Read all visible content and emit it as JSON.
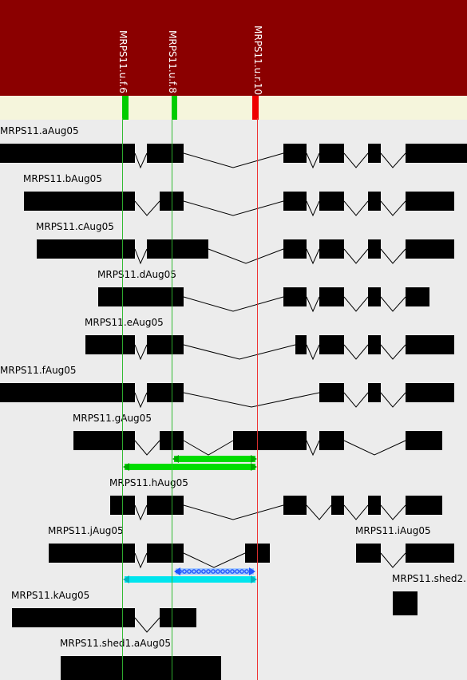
{
  "probes": [
    {
      "label": "MRPS11.u.f.6",
      "color": "#00cc00"
    },
    {
      "label": "MRPS11.u.f.8",
      "color": "#00cc00"
    },
    {
      "label": "MRPS11.u.r.10",
      "color": "#ff0000"
    }
  ],
  "transcripts": [
    {
      "label": "MRPS11.aAug05"
    },
    {
      "label": "MRPS11.bAug05"
    },
    {
      "label": "MRPS11.cAug05"
    },
    {
      "label": "MRPS11.dAug05"
    },
    {
      "label": "MRPS11.eAug05"
    },
    {
      "label": "MRPS11.fAug05"
    },
    {
      "label": "MRPS11.gAug05"
    },
    {
      "label": "MRPS11.hAug05"
    },
    {
      "label": "MRPS11.jAug05"
    },
    {
      "label": "MRPS11.iAug05"
    },
    {
      "label": "MRPS11.shed2."
    },
    {
      "label": "MRPS11.kAug05"
    },
    {
      "label": "MRPS11.shed1.aAug05"
    }
  ],
  "colors": {
    "header_bg": "#8b0000",
    "probe_track_bg": "#f5f5dc",
    "canvas_bg": "#ececec",
    "exon": "#000000",
    "amplicon_green": "#00dd00",
    "amplicon_cyan": "#00e5ee",
    "amplicon_blue_pattern": "#3366ff"
  }
}
